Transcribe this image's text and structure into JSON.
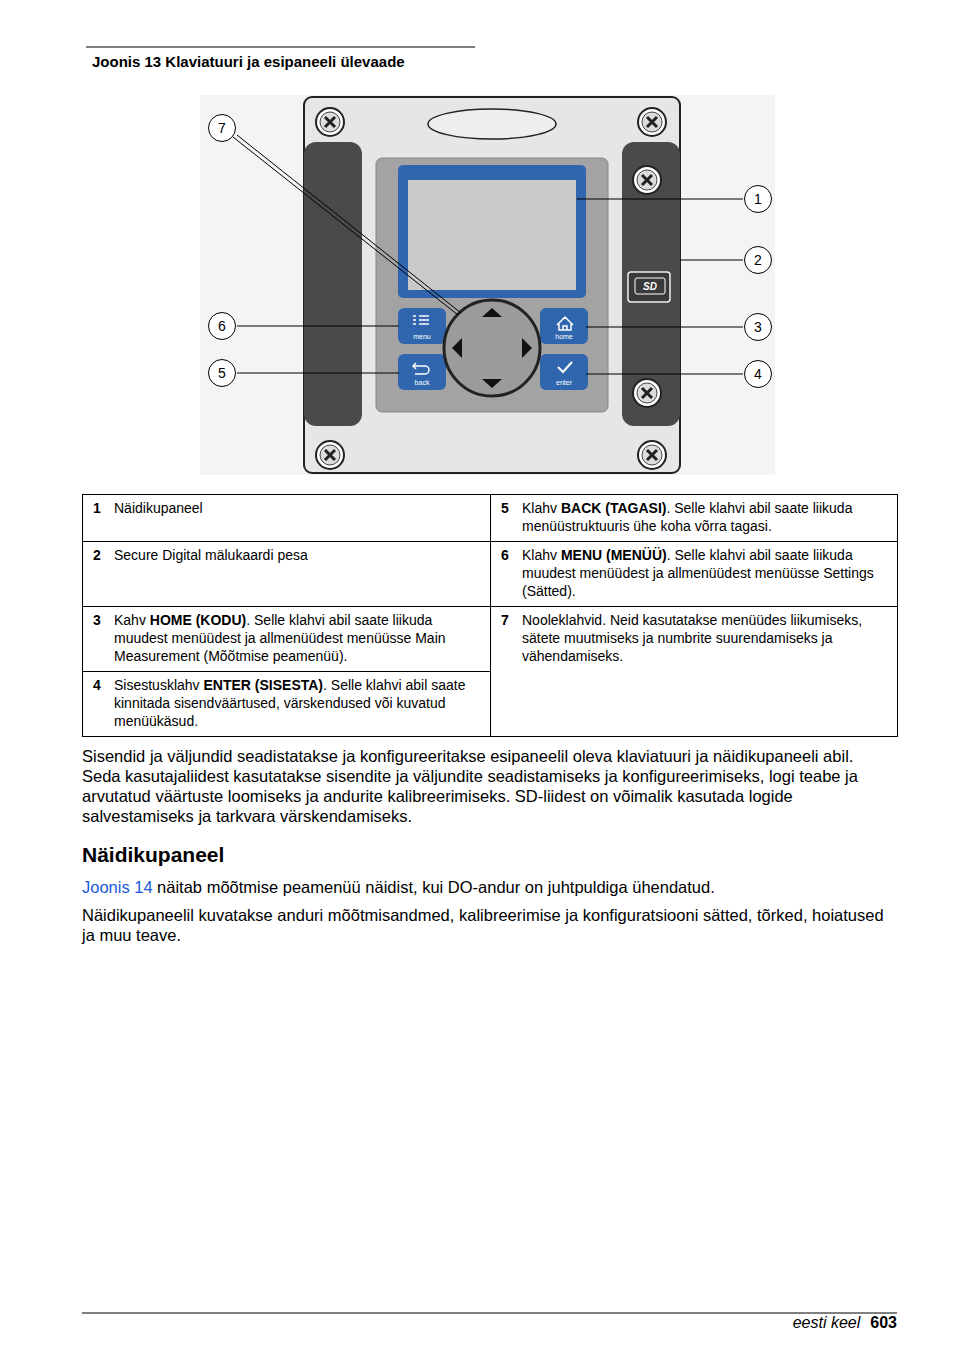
{
  "diagram": {
    "title": "Joonis 13 Klaviatuuri ja esipaneeli ülevaade",
    "nodes": [
      {
        "text": [
          "7"
        ]
      },
      {
        "text": [
          "1"
        ]
      },
      {
        "text": [
          "2"
        ]
      },
      {
        "text": [
          "6"
        ]
      },
      {
        "text": [
          "3"
        ]
      },
      {
        "text": [
          "5"
        ]
      },
      {
        "text": [
          "4"
        ]
      }
    ],
    "labels": [
      "menu",
      "home",
      "back",
      "enter",
      "SD",
      "1",
      "Näidikupaneel",
      "5",
      "Klahv BACK (TAGASI). Selle klahvi abil saate liikuda menüüstruktuuris ühe koha võrra tagasi.",
      "2",
      "Secure Digital mälukaardi pesa",
      "6",
      "Klahv MENU (MENÜÜ). Selle klahvi abil saate liikuda muudest menüüdest ja allmenüüdest menüüsse Settings (Sätted).",
      "3",
      "Kahv HOME (KODU). Selle klahvi abil saate liikuda muudest menüüdest ja allmenüüdest menüüsse Main Measurement (Mõõtmise peamenüü).",
      "7",
      "Nooleklahvid. Neid kasutatakse menüüdes liikumiseks, sätete muutmiseks ja numbrite suurendamiseks ja vähendamiseks.",
      "4",
      "Sisestusklahv ENTER (SISESTA). Selle klahvi abil saate kinnitada sisendväärtused, värskendused või kuvatud menüükäsud.",
      "Sisendid ja väljundid seadistatakse ja konfigureeritakse esipaneelil oleva klaviatuuri ja näidikupaneeli abil. Seda kasutajaliidest kasutatakse sisendite ja väljundite seadistamiseks ja konfigureerimiseks, logi teabe ja arvutatud väärtuste loomiseks ja andurite kalibreerimiseks. SD-liidest on võimalik kasutada logide salvestamiseks ja tarkvara värskendamiseks.",
      "Näidikupaneel",
      "Joonis 14",
      "näitab mõõtmise peamenüü näidist, kui DO-andur on juhtpuldiga ühendatud.",
      "Näidikupaneelil kuvatakse anduri mõõtmisandmed, kalibreerimise ja konfiguratsiooni sätted, tõrked, hoiatused ja muu teave.",
      "eesti keel",
      "603"
    ]
  }
}
